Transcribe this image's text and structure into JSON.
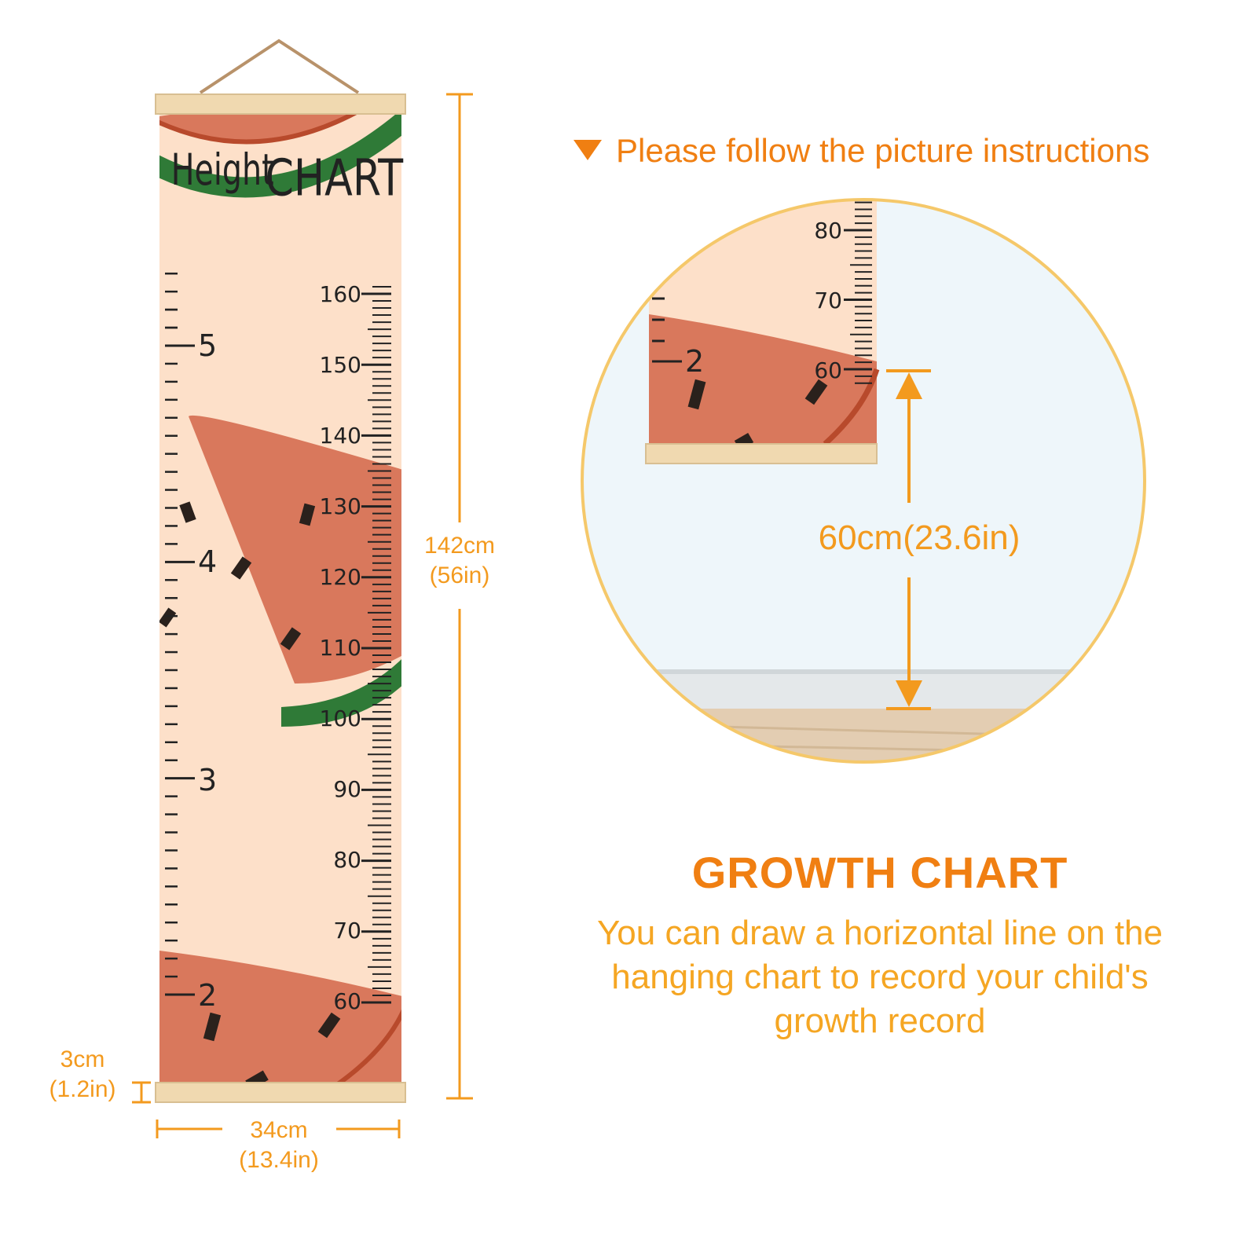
{
  "poster": {
    "title_word1": "Height",
    "title_word2": "CHART",
    "cm_labels": [
      "160",
      "150",
      "140",
      "130",
      "120",
      "110",
      "100",
      "90",
      "80",
      "70",
      "60"
    ],
    "ft_labels": [
      "5",
      "4",
      "3",
      "2"
    ]
  },
  "dimensions": {
    "height_cm": "142cm",
    "height_in": "(56in)",
    "bottom_cm": "3cm",
    "bottom_in": "(1.2in)",
    "width_cm": "34cm",
    "width_in": "(13.4in)"
  },
  "instruction": {
    "text": "Please follow the picture instructions"
  },
  "detail": {
    "cm_labels": [
      "80",
      "70",
      "60"
    ],
    "ft_label": "2",
    "measurement": "60cm(23.6in)"
  },
  "growth": {
    "title": "GROWTH CHART",
    "description_lines": [
      "You can draw a horizontal line on the",
      "hanging chart to record your child's",
      "growth record"
    ]
  },
  "colors": {
    "accent": "#f39a1e",
    "poster_bg": "#fde0c9",
    "watermelon": "#d9785c",
    "rind": "#2f7a37",
    "wood": "#f0d9b0"
  }
}
